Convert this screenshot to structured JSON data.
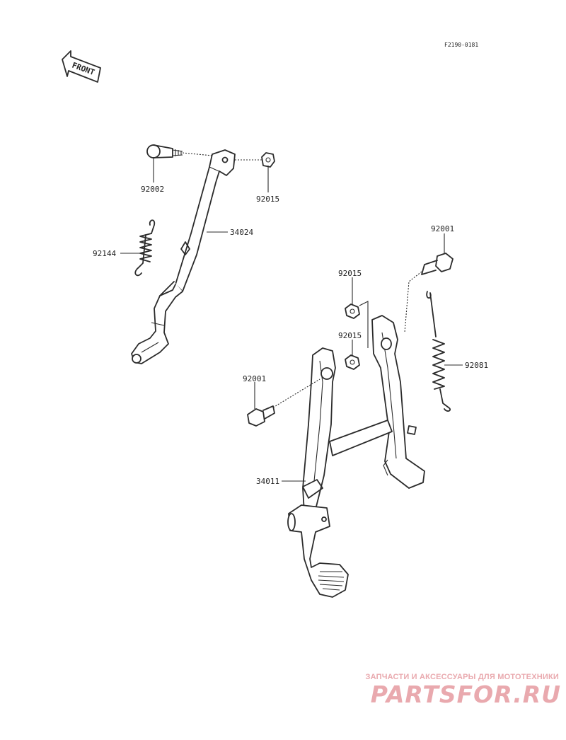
{
  "diagram_code": "F2190-0181",
  "front_label": "FRONT",
  "parts": {
    "p92002": "92002",
    "p92015_top": "92015",
    "p34024": "34024",
    "p92144": "92144",
    "p92001_right": "92001",
    "p92015_mid": "92015",
    "p92015_low": "92015",
    "p92081": "92081",
    "p92001_left": "92001",
    "p34011": "34011"
  },
  "watermark": {
    "tagline": "ЗАПЧАСТИ И АКСЕССУАРЫ ДЛЯ МОТОТЕХНИКИ",
    "logo": "PARTSFOR.RU"
  },
  "colors": {
    "ink": "#2b2b2b",
    "watermark": "#e9a9ae",
    "background": "#ffffff"
  }
}
